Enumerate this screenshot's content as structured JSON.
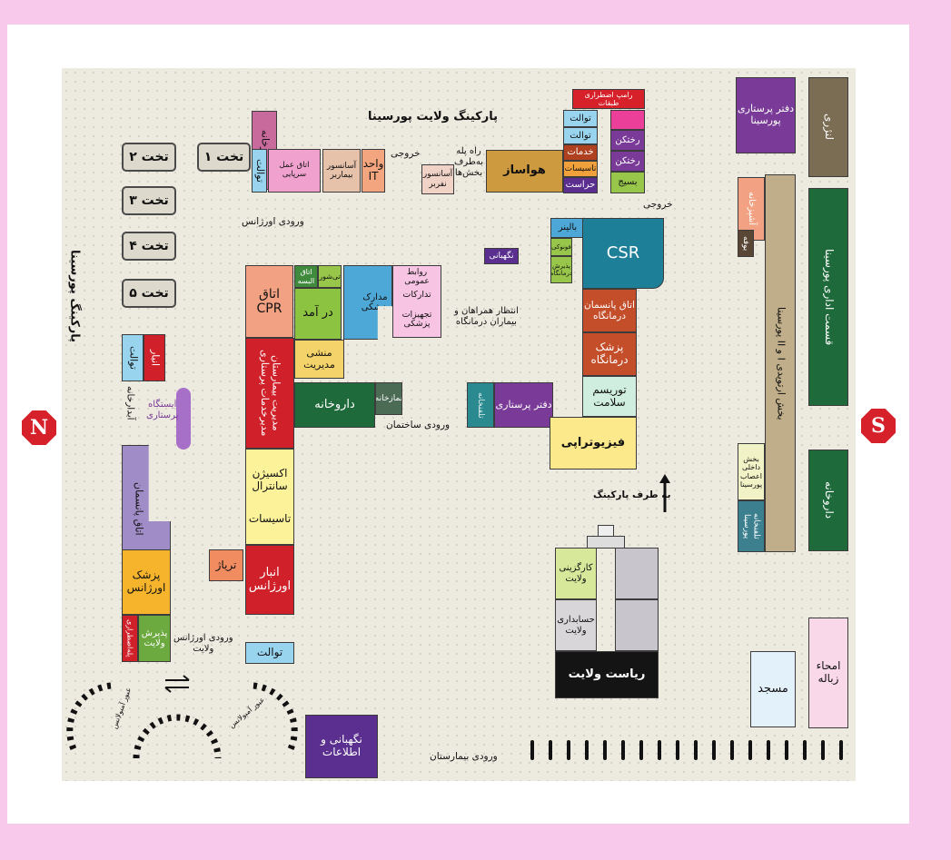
{
  "compass": {
    "north": "N",
    "south": "S"
  },
  "beds": {
    "b1": "تخت ۱",
    "b2": "تخت ۲",
    "b3": "تخت ۳",
    "b4": "تخت ۴",
    "b5": "تخت ۵"
  },
  "labels": {
    "parking_velayat": "پارکینگ ولایت پورسینا",
    "parking_poursina": "پارکینگ پورسینا",
    "emergency_entrance": "ورودی اورژانس",
    "exit_left": "خروجی",
    "exit_right": "خروجی",
    "companions_wait": "انتظار همراهان و\nبیماران درمانگاه",
    "building_entrance": "ورودی ساختمان",
    "to_parking": "به طرف پارکینگ",
    "emergency_entrance_velayat": "ورودی اورژانس\nولایت",
    "hospital_entrance": "ورودی بیمارستان",
    "ambulance_pass_1": "عبور آمبولانس",
    "ambulance_pass_2": "عبور آمبولانس",
    "abdarkhaneh": "آبدارخانه",
    "nursing_station": "ایستگاه\nپرستاری"
  },
  "rooms": {
    "motorkhaneh": "موتورخانه",
    "toilet_top": "توالت",
    "surgery_room": "اتاق عمل سرپایی",
    "patient_elevator": "آسانسور\nبیماربر",
    "it_unit": "واحد\nIT",
    "stairs": "راه پله\nبه‌طرف\nبخش‌ها",
    "passenger_elevator": "آسانسور\nنفربر",
    "havasaz": "هواساز",
    "emergency_ramp": "رامپ اضطراری طبقات",
    "toilet_r1": "توالت",
    "toilet_r2": "توالت",
    "services": "خدمات",
    "facilities_small": "تاسیسات",
    "guard": "حراست",
    "laundry1": "رختکن",
    "laundry2": "رختکن",
    "basij": "بسیج",
    "nursing_office_poursina": "دفتر پرستاری\nپورسینا",
    "laundry_right": "لنژری",
    "kitchen": "آشپزخانه",
    "buffet": "بوفه",
    "orthopedic_ward": "بخش ارتوپدی I و II پورسینا",
    "admin_section": "قسمت اداری پورسینا",
    "internal_ward": "بخش\nداخلی\nاعصاب\nپورسینا",
    "phone_room": "تلفنخانه\nپورسینا",
    "pharmacy_right": "داروخانه",
    "security_small": "نگهبانی",
    "baliner": "بالینر",
    "phono": "فونوکی",
    "clinic_unit": "پذیرش\nدرمانگاه",
    "csr": "CSR",
    "clinic_dressing": "اتاق پانسمان\nدرمانگاه",
    "clinic_doctor": "پزشک\nدرمانگاه",
    "health_tourism": "توریسم\nسلامت",
    "physio": "فیزیوتراپی",
    "nursing_office_mid": "دفتر پرستاری",
    "phone_mid": "تلفنخانه",
    "public_relations": "روابط عمومی",
    "equipment": "تدارکات\n\nتجهیزات\nپزشکی",
    "medical_records": "مدارک پزشکی",
    "dressing_room_small": "اتاق\nالبسه",
    "tishoor": "تی‌شور",
    "admission": "در آمد",
    "cpr": "اتاق\nCPR",
    "management_secretary": "منشی\nمدیریت",
    "pharmacy_mid": "داروخانه",
    "prayer_room": "نمازخانه",
    "hospital_management": "مدیریت بیمارستان\nمدیرخدمات پرستاری",
    "oxygen": "اکسیژن\nسانترال",
    "facilities": "تاسیسات",
    "warehouse_emergency": "انبار\nاورژانس",
    "triage": "تریاژ",
    "toilet_bottom": "توالت",
    "toilet_left": "توالت",
    "warehouse_left": "انبار",
    "dressing_room": "اتاق پانسمان",
    "emergency_doctor": "پزشک\nاورژانس",
    "emergency_bed": "پله‌اضطراری",
    "reception_velayat": "پذیرش\nولایت",
    "security_info": "نگهبانی و\nاطلاعات",
    "hr_velayat": "کارگزینی\nولایت",
    "accounting_velayat": "حسابداری\nولایت",
    "presidency_velayat": "ریاست ولایت",
    "mosque": "مسجد",
    "waste": "امحاء\nزباله"
  },
  "colors": {
    "background": "#f9c9ec",
    "map": "#edeae0",
    "red": "#d0202a",
    "purple": "#7a3b98",
    "green": "#1e6a3a",
    "salmon": "#f2a283",
    "yellow": "#fbf29a",
    "teal": "#1e7f99",
    "brown": "#7b6d53"
  }
}
